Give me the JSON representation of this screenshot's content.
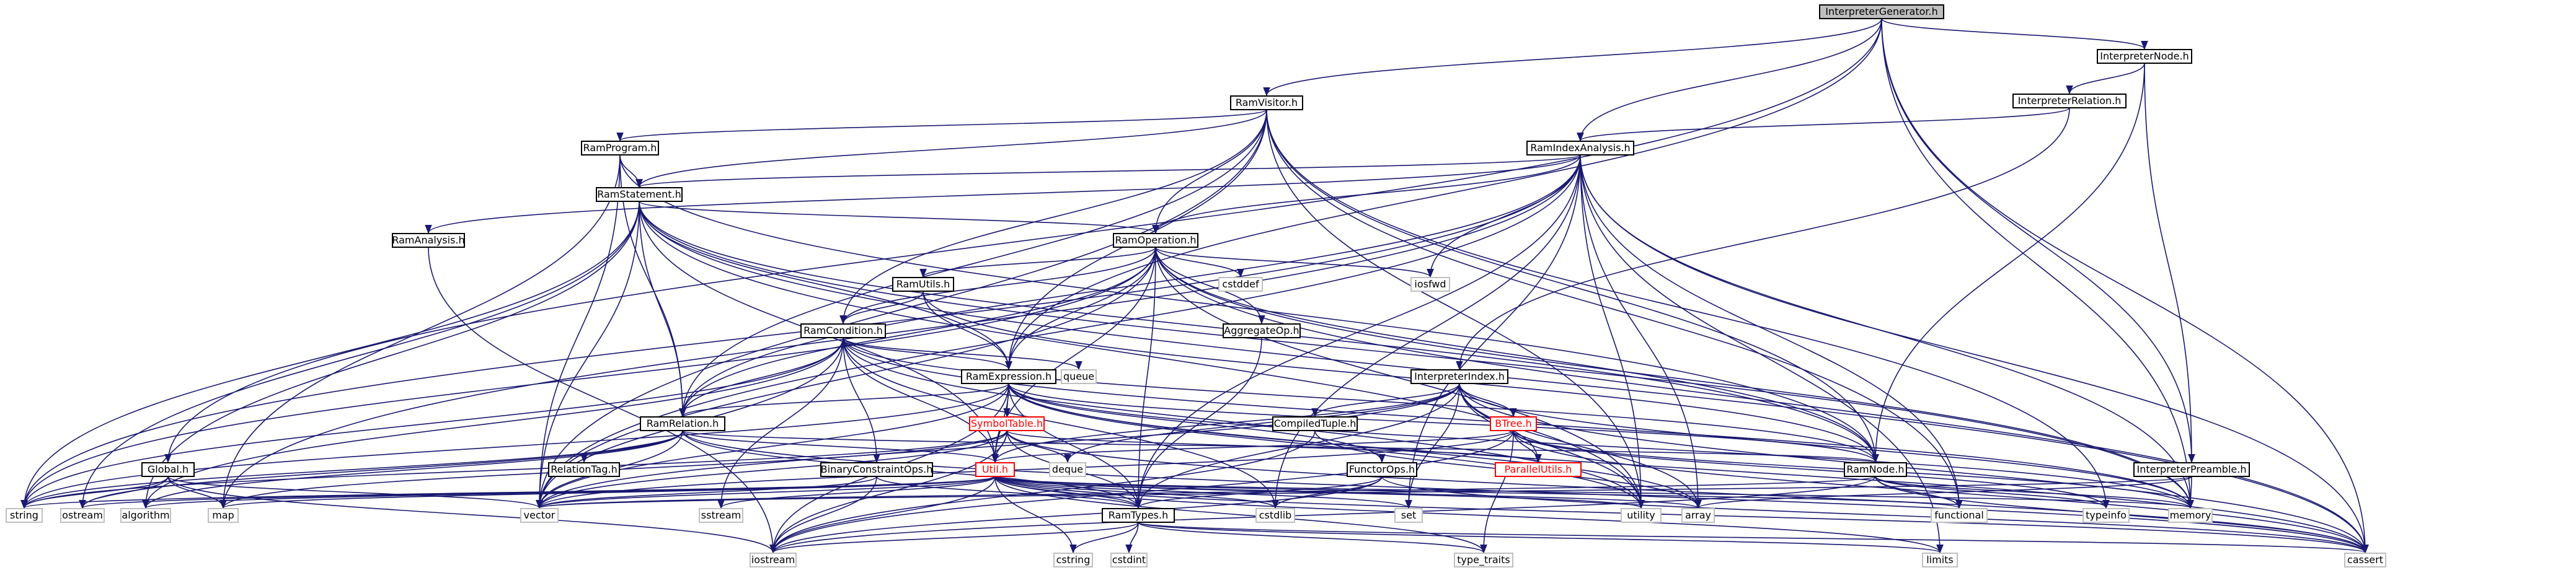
{
  "colors": {
    "edge": "#191970",
    "node_border": "#000000",
    "node_fill": "#ffffff",
    "root_fill": "#bfbfbf",
    "link_text": "#000000",
    "incomplete_border": "#ff0000",
    "incomplete_text": "#ff0000",
    "system_border": "#bfbfbf"
  },
  "nodes": [
    {
      "id": "InterpreterGenerator",
      "label": "InterpreterGenerator.h",
      "kind": "root"
    },
    {
      "id": "RamVisitor",
      "label": "RamVisitor.h",
      "kind": "file"
    },
    {
      "id": "InterpreterNode",
      "label": "InterpreterNode.h",
      "kind": "file"
    },
    {
      "id": "InterpreterRelation",
      "label": "InterpreterRelation.h",
      "kind": "file"
    },
    {
      "id": "RamProgram",
      "label": "RamProgram.h",
      "kind": "file"
    },
    {
      "id": "RamIndexAnalysis",
      "label": "RamIndexAnalysis.h",
      "kind": "file"
    },
    {
      "id": "RamStatement",
      "label": "RamStatement.h",
      "kind": "file"
    },
    {
      "id": "RamAnalysis",
      "label": "RamAnalysis.h",
      "kind": "file"
    },
    {
      "id": "RamOperation",
      "label": "RamOperation.h",
      "kind": "file"
    },
    {
      "id": "cstddef",
      "label": "cstddef",
      "kind": "system"
    },
    {
      "id": "iosfwd",
      "label": "iosfwd",
      "kind": "system"
    },
    {
      "id": "RamUtils",
      "label": "RamUtils.h",
      "kind": "file"
    },
    {
      "id": "AggregateOp",
      "label": "AggregateOp.h",
      "kind": "file"
    },
    {
      "id": "RamCondition",
      "label": "RamCondition.h",
      "kind": "file"
    },
    {
      "id": "queue",
      "label": "queue",
      "kind": "system"
    },
    {
      "id": "RamExpression",
      "label": "RamExpression.h",
      "kind": "file"
    },
    {
      "id": "InterpreterIndex",
      "label": "InterpreterIndex.h",
      "kind": "file"
    },
    {
      "id": "RamRelation",
      "label": "RamRelation.h",
      "kind": "file"
    },
    {
      "id": "SymbolTable",
      "label": "SymbolTable.h",
      "kind": "incomplete"
    },
    {
      "id": "CompiledTuple",
      "label": "CompiledTuple.h",
      "kind": "file"
    },
    {
      "id": "BTree",
      "label": "BTree.h",
      "kind": "incomplete"
    },
    {
      "id": "Global",
      "label": "Global.h",
      "kind": "file"
    },
    {
      "id": "RelationTag",
      "label": "RelationTag.h",
      "kind": "file"
    },
    {
      "id": "BinaryConstraintOps",
      "label": "BinaryConstraintOps.h",
      "kind": "file"
    },
    {
      "id": "Util",
      "label": "Util.h",
      "kind": "incomplete"
    },
    {
      "id": "deque",
      "label": "deque",
      "kind": "system"
    },
    {
      "id": "FunctorOps",
      "label": "FunctorOps.h",
      "kind": "file"
    },
    {
      "id": "ParallelUtils",
      "label": "ParallelUtils.h",
      "kind": "incomplete"
    },
    {
      "id": "RamNode",
      "label": "RamNode.h",
      "kind": "file"
    },
    {
      "id": "InterpreterPreamble",
      "label": "InterpreterPreamble.h",
      "kind": "file"
    },
    {
      "id": "string",
      "label": "string",
      "kind": "system"
    },
    {
      "id": "ostream",
      "label": "ostream",
      "kind": "system"
    },
    {
      "id": "algorithm",
      "label": "algorithm",
      "kind": "system"
    },
    {
      "id": "map",
      "label": "map",
      "kind": "system"
    },
    {
      "id": "vector",
      "label": "vector",
      "kind": "system"
    },
    {
      "id": "sstream",
      "label": "sstream",
      "kind": "system"
    },
    {
      "id": "RamTypes",
      "label": "RamTypes.h",
      "kind": "file"
    },
    {
      "id": "cstdlib",
      "label": "cstdlib",
      "kind": "system"
    },
    {
      "id": "set",
      "label": "set",
      "kind": "system"
    },
    {
      "id": "utility",
      "label": "utility",
      "kind": "system"
    },
    {
      "id": "array",
      "label": "array",
      "kind": "system"
    },
    {
      "id": "functional",
      "label": "functional",
      "kind": "system"
    },
    {
      "id": "typeinfo",
      "label": "typeinfo",
      "kind": "system"
    },
    {
      "id": "memory",
      "label": "memory",
      "kind": "system"
    },
    {
      "id": "iostream",
      "label": "iostream",
      "kind": "system"
    },
    {
      "id": "cstring",
      "label": "cstring",
      "kind": "system"
    },
    {
      "id": "cstdint",
      "label": "cstdint",
      "kind": "system"
    },
    {
      "id": "type_traits",
      "label": "type_traits",
      "kind": "system"
    },
    {
      "id": "limits",
      "label": "limits",
      "kind": "system"
    },
    {
      "id": "cassert",
      "label": "cassert",
      "kind": "system"
    }
  ],
  "edges": [
    [
      "InterpreterGenerator",
      "RamVisitor"
    ],
    [
      "InterpreterGenerator",
      "InterpreterNode"
    ],
    [
      "InterpreterGenerator",
      "RamIndexAnalysis"
    ],
    [
      "InterpreterGenerator",
      "Global"
    ],
    [
      "InterpreterGenerator",
      "InterpreterPreamble"
    ],
    [
      "InterpreterGenerator",
      "RamExpression"
    ],
    [
      "InterpreterGenerator",
      "memory"
    ],
    [
      "InterpreterGenerator",
      "cassert"
    ],
    [
      "InterpreterNode",
      "InterpreterRelation"
    ],
    [
      "InterpreterNode",
      "InterpreterPreamble"
    ],
    [
      "InterpreterNode",
      "RamNode"
    ],
    [
      "InterpreterRelation",
      "RamIndexAnalysis"
    ],
    [
      "InterpreterRelation",
      "InterpreterIndex"
    ],
    [
      "RamVisitor",
      "RamProgram"
    ],
    [
      "RamVisitor",
      "RamStatement"
    ],
    [
      "RamVisitor",
      "RamOperation"
    ],
    [
      "RamVisitor",
      "RamCondition"
    ],
    [
      "RamVisitor",
      "RamExpression"
    ],
    [
      "RamVisitor",
      "RamRelation"
    ],
    [
      "RamVisitor",
      "RamNode"
    ],
    [
      "RamVisitor",
      "utility"
    ],
    [
      "RamVisitor",
      "functional"
    ],
    [
      "RamVisitor",
      "typeinfo"
    ],
    [
      "RamVisitor",
      "vector"
    ],
    [
      "RamProgram",
      "RamStatement"
    ],
    [
      "RamProgram",
      "RamRelation"
    ],
    [
      "RamProgram",
      "map"
    ],
    [
      "RamProgram",
      "vector"
    ],
    [
      "RamProgram",
      "RamNode"
    ],
    [
      "RamIndexAnalysis",
      "RamStatement"
    ],
    [
      "RamIndexAnalysis",
      "RamAnalysis"
    ],
    [
      "RamIndexAnalysis",
      "RamOperation"
    ],
    [
      "RamIndexAnalysis",
      "RamRelation"
    ],
    [
      "RamIndexAnalysis",
      "iosfwd"
    ],
    [
      "RamIndexAnalysis",
      "utility"
    ],
    [
      "RamIndexAnalysis",
      "set"
    ],
    [
      "RamIndexAnalysis",
      "map"
    ],
    [
      "RamIndexAnalysis",
      "vector"
    ],
    [
      "RamIndexAnalysis",
      "string"
    ],
    [
      "RamIndexAnalysis",
      "RamTypes"
    ],
    [
      "RamIndexAnalysis",
      "cstdlib"
    ],
    [
      "RamIndexAnalysis",
      "memory"
    ],
    [
      "RamIndexAnalysis",
      "cassert"
    ],
    [
      "RamIndexAnalysis",
      "limits"
    ],
    [
      "RamIndexAnalysis",
      "functional"
    ],
    [
      "RamIndexAnalysis",
      "array"
    ],
    [
      "RamStatement",
      "RamOperation"
    ],
    [
      "RamStatement",
      "RamRelation"
    ],
    [
      "RamStatement",
      "RamExpression"
    ],
    [
      "RamStatement",
      "RamNode"
    ],
    [
      "RamStatement",
      "Util"
    ],
    [
      "RamStatement",
      "vector"
    ],
    [
      "RamStatement",
      "string"
    ],
    [
      "RamStatement",
      "algorithm"
    ],
    [
      "RamStatement",
      "ostream"
    ],
    [
      "RamStatement",
      "memory"
    ],
    [
      "RamStatement",
      "utility"
    ],
    [
      "RamStatement",
      "cassert"
    ],
    [
      "RamAnalysis",
      "iostream"
    ],
    [
      "RamOperation",
      "RamUtils"
    ],
    [
      "RamOperation",
      "RamCondition"
    ],
    [
      "RamOperation",
      "RamExpression"
    ],
    [
      "RamOperation",
      "RamRelation"
    ],
    [
      "RamOperation",
      "RamNode"
    ],
    [
      "RamOperation",
      "AggregateOp"
    ],
    [
      "RamOperation",
      "RamTypes"
    ],
    [
      "RamOperation",
      "Util"
    ],
    [
      "RamOperation",
      "cstddef"
    ],
    [
      "RamOperation",
      "iosfwd"
    ],
    [
      "RamOperation",
      "vector"
    ],
    [
      "RamOperation",
      "string"
    ],
    [
      "RamOperation",
      "cassert"
    ],
    [
      "RamOperation",
      "memory"
    ],
    [
      "RamOperation",
      "utility"
    ],
    [
      "RamUtils",
      "RamCondition"
    ],
    [
      "RamUtils",
      "RamExpression"
    ],
    [
      "RamUtils",
      "RamNode"
    ],
    [
      "RamCondition",
      "RamExpression"
    ],
    [
      "RamCondition",
      "RamRelation"
    ],
    [
      "RamCondition",
      "RamNode"
    ],
    [
      "RamCondition",
      "BinaryConstraintOps"
    ],
    [
      "RamCondition",
      "Util"
    ],
    [
      "RamCondition",
      "queue"
    ],
    [
      "RamCondition",
      "vector"
    ],
    [
      "RamCondition",
      "string"
    ],
    [
      "RamCondition",
      "algorithm"
    ],
    [
      "RamCondition",
      "memory"
    ],
    [
      "RamCondition",
      "cstdlib"
    ],
    [
      "RamCondition",
      "sstream"
    ],
    [
      "RamCondition",
      "utility"
    ],
    [
      "AggregateOp",
      "RamTypes"
    ],
    [
      "RamExpression",
      "SymbolTable"
    ],
    [
      "RamExpression",
      "FunctorOps"
    ],
    [
      "RamExpression",
      "RamNode"
    ],
    [
      "RamExpression",
      "RamRelation"
    ],
    [
      "RamExpression",
      "Util"
    ],
    [
      "RamExpression",
      "RamTypes"
    ],
    [
      "RamExpression",
      "array"
    ],
    [
      "RamExpression",
      "vector"
    ],
    [
      "RamExpression",
      "string"
    ],
    [
      "RamExpression",
      "cassert"
    ],
    [
      "RamExpression",
      "memory"
    ],
    [
      "RamExpression",
      "utility"
    ],
    [
      "RamExpression",
      "iostream"
    ],
    [
      "InterpreterIndex",
      "CompiledTuple"
    ],
    [
      "InterpreterIndex",
      "BTree"
    ],
    [
      "InterpreterIndex",
      "ParallelUtils"
    ],
    [
      "InterpreterIndex",
      "RamTypes"
    ],
    [
      "InterpreterIndex",
      "Util"
    ],
    [
      "InterpreterIndex",
      "deque"
    ],
    [
      "InterpreterIndex",
      "vector"
    ],
    [
      "InterpreterIndex",
      "memory"
    ],
    [
      "InterpreterIndex",
      "utility"
    ],
    [
      "InterpreterIndex",
      "array"
    ],
    [
      "InterpreterIndex",
      "set"
    ],
    [
      "InterpreterIndex",
      "cassert"
    ],
    [
      "RamRelation",
      "RelationTag"
    ],
    [
      "RamRelation",
      "RamNode"
    ],
    [
      "RamRelation",
      "RamTypes"
    ],
    [
      "RamRelation",
      "Util"
    ],
    [
      "RamRelation",
      "vector"
    ],
    [
      "RamRelation",
      "string"
    ],
    [
      "RamRelation",
      "cassert"
    ],
    [
      "RamRelation",
      "algorithm"
    ],
    [
      "RamRelation",
      "ostream"
    ],
    [
      "SymbolTable",
      "ParallelUtils"
    ],
    [
      "SymbolTable",
      "RamTypes"
    ],
    [
      "SymbolTable",
      "Util"
    ],
    [
      "SymbolTable",
      "deque"
    ],
    [
      "SymbolTable",
      "map"
    ],
    [
      "SymbolTable",
      "vector"
    ],
    [
      "SymbolTable",
      "string"
    ],
    [
      "SymbolTable",
      "iostream"
    ],
    [
      "SymbolTable",
      "cassert"
    ],
    [
      "CompiledTuple",
      "iostream"
    ],
    [
      "CompiledTuple",
      "array"
    ],
    [
      "BTree",
      "ParallelUtils"
    ],
    [
      "BTree",
      "Util"
    ],
    [
      "BTree",
      "iostream"
    ],
    [
      "BTree",
      "typeinfo"
    ],
    [
      "BTree",
      "type_traits"
    ],
    [
      "BTree",
      "vector"
    ],
    [
      "BTree",
      "cassert"
    ],
    [
      "BTree",
      "memory"
    ],
    [
      "Global",
      "map"
    ],
    [
      "Global",
      "string"
    ],
    [
      "Global",
      "vector"
    ],
    [
      "Global",
      "ostream"
    ],
    [
      "Global",
      "iostream"
    ],
    [
      "BinaryConstraintOps",
      "RamTypes"
    ],
    [
      "BinaryConstraintOps",
      "iostream"
    ],
    [
      "BinaryConstraintOps",
      "vector"
    ],
    [
      "Util",
      "RamTypes"
    ],
    [
      "Util",
      "vector"
    ],
    [
      "Util",
      "map"
    ],
    [
      "Util",
      "set"
    ],
    [
      "Util",
      "string"
    ],
    [
      "Util",
      "algorithm"
    ],
    [
      "Util",
      "sstream"
    ],
    [
      "Util",
      "iostream"
    ],
    [
      "Util",
      "cstring"
    ],
    [
      "Util",
      "cstdlib"
    ],
    [
      "Util",
      "utility"
    ],
    [
      "Util",
      "memory"
    ],
    [
      "Util",
      "functional"
    ],
    [
      "Util",
      "type_traits"
    ],
    [
      "Util",
      "cassert"
    ],
    [
      "Util",
      "limits"
    ],
    [
      "Util",
      "array"
    ],
    [
      "Util",
      "ostream"
    ],
    [
      "FunctorOps",
      "cstdlib"
    ],
    [
      "FunctorOps",
      "cassert"
    ],
    [
      "FunctorOps",
      "iostream"
    ],
    [
      "FunctorOps",
      "RamTypes"
    ],
    [
      "RamNode",
      "vector"
    ],
    [
      "RamNode",
      "functional"
    ],
    [
      "RamNode",
      "typeinfo"
    ],
    [
      "RamNode",
      "memory"
    ],
    [
      "RamNode",
      "iostream"
    ],
    [
      "RamNode",
      "cassert"
    ],
    [
      "InterpreterPreamble",
      "array"
    ],
    [
      "InterpreterPreamble",
      "memory"
    ],
    [
      "InterpreterPreamble",
      "vector"
    ],
    [
      "RamTypes",
      "cstdint"
    ],
    [
      "RamTypes",
      "cstring"
    ],
    [
      "RamTypes",
      "iostream"
    ],
    [
      "RamTypes",
      "limits"
    ],
    [
      "RamTypes",
      "type_traits"
    ],
    [
      "RamTypes",
      "cassert"
    ]
  ]
}
